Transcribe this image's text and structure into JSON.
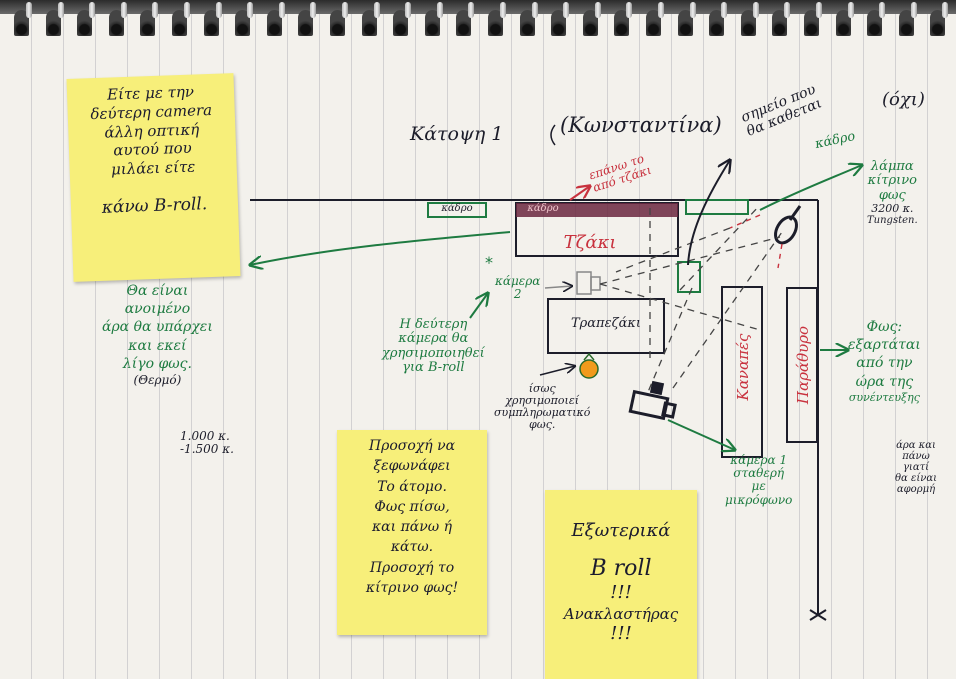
{
  "colors": {
    "ink_black": "#1c1d2a",
    "ink_green": "#1e7b41",
    "ink_red": "#c8323e",
    "sticky": "#f7ef7a",
    "paper": "#f3f1ec"
  },
  "notes": {
    "top_left": [
      "Είτε με την",
      "δεύτερη camera",
      "άλλη οπτική",
      "αυτού που",
      "μιλάει είτε",
      "κάνω B-roll."
    ],
    "bottom_middle": [
      "Προσοχή να",
      "ξεφωνάφει",
      "Το άτομο.",
      "Φως πίσω,",
      "και πάνω ή",
      "κάτω.",
      "Προσοχή το",
      "κίτρινο φως!"
    ],
    "bottom_right": [
      "Εξωτερικά",
      "B roll",
      "!!!",
      "Ανακλαστήρας",
      "!!!"
    ]
  },
  "title": {
    "main": "Κάτοψη 1",
    "name": "(Κωνσταντίνα)"
  },
  "labels": {
    "lamp_spot": [
      "σημείο που",
      "θα καθεται"
    ],
    "oxi": "(όχι)",
    "kadro_top": "κάδρο",
    "lamp": [
      "λάμπα",
      "κίτρινο",
      "φως",
      "3200 κ.",
      "Tungsten."
    ],
    "above_sofa": [
      "επάνω το",
      "από τζάκι"
    ],
    "kadro_left": "κάδρο",
    "kadro_red": "κάδρο",
    "tzaki": "Τζάκι",
    "camera2": [
      "κάμερα",
      "2"
    ],
    "second_camera": [
      "Η δεύτερη",
      "κάμερα θα",
      "χρησιμοποιηθεί",
      "για B-roll"
    ],
    "trapezaki": "Τραπεζάκι",
    "isos": [
      "ίσως",
      "χρησιμοποιεί",
      "συμπληρωματικό",
      "φως."
    ],
    "kanapes": "Καναπές",
    "parathyro": "Παράθυρο",
    "fos": [
      "Φως:",
      "εξαρτάται",
      "από την",
      "ώρα της",
      "συνέντευξης"
    ],
    "fos_extra": [
      "άρα και",
      "πάνω",
      "γιατί",
      "θα είναι",
      "αφορμή"
    ],
    "camera1": [
      "κάμερα 1",
      "σταθερή",
      "με",
      "μικρόφωνο"
    ],
    "left_info": [
      "Θα είναι",
      "ανοιμένο",
      "άρα θα υπάρχει",
      "και εκεί",
      "λίγο φως.",
      "(Θερμό)"
    ],
    "kelvin": [
      "1.000 κ.",
      "-1.500 κ."
    ]
  }
}
